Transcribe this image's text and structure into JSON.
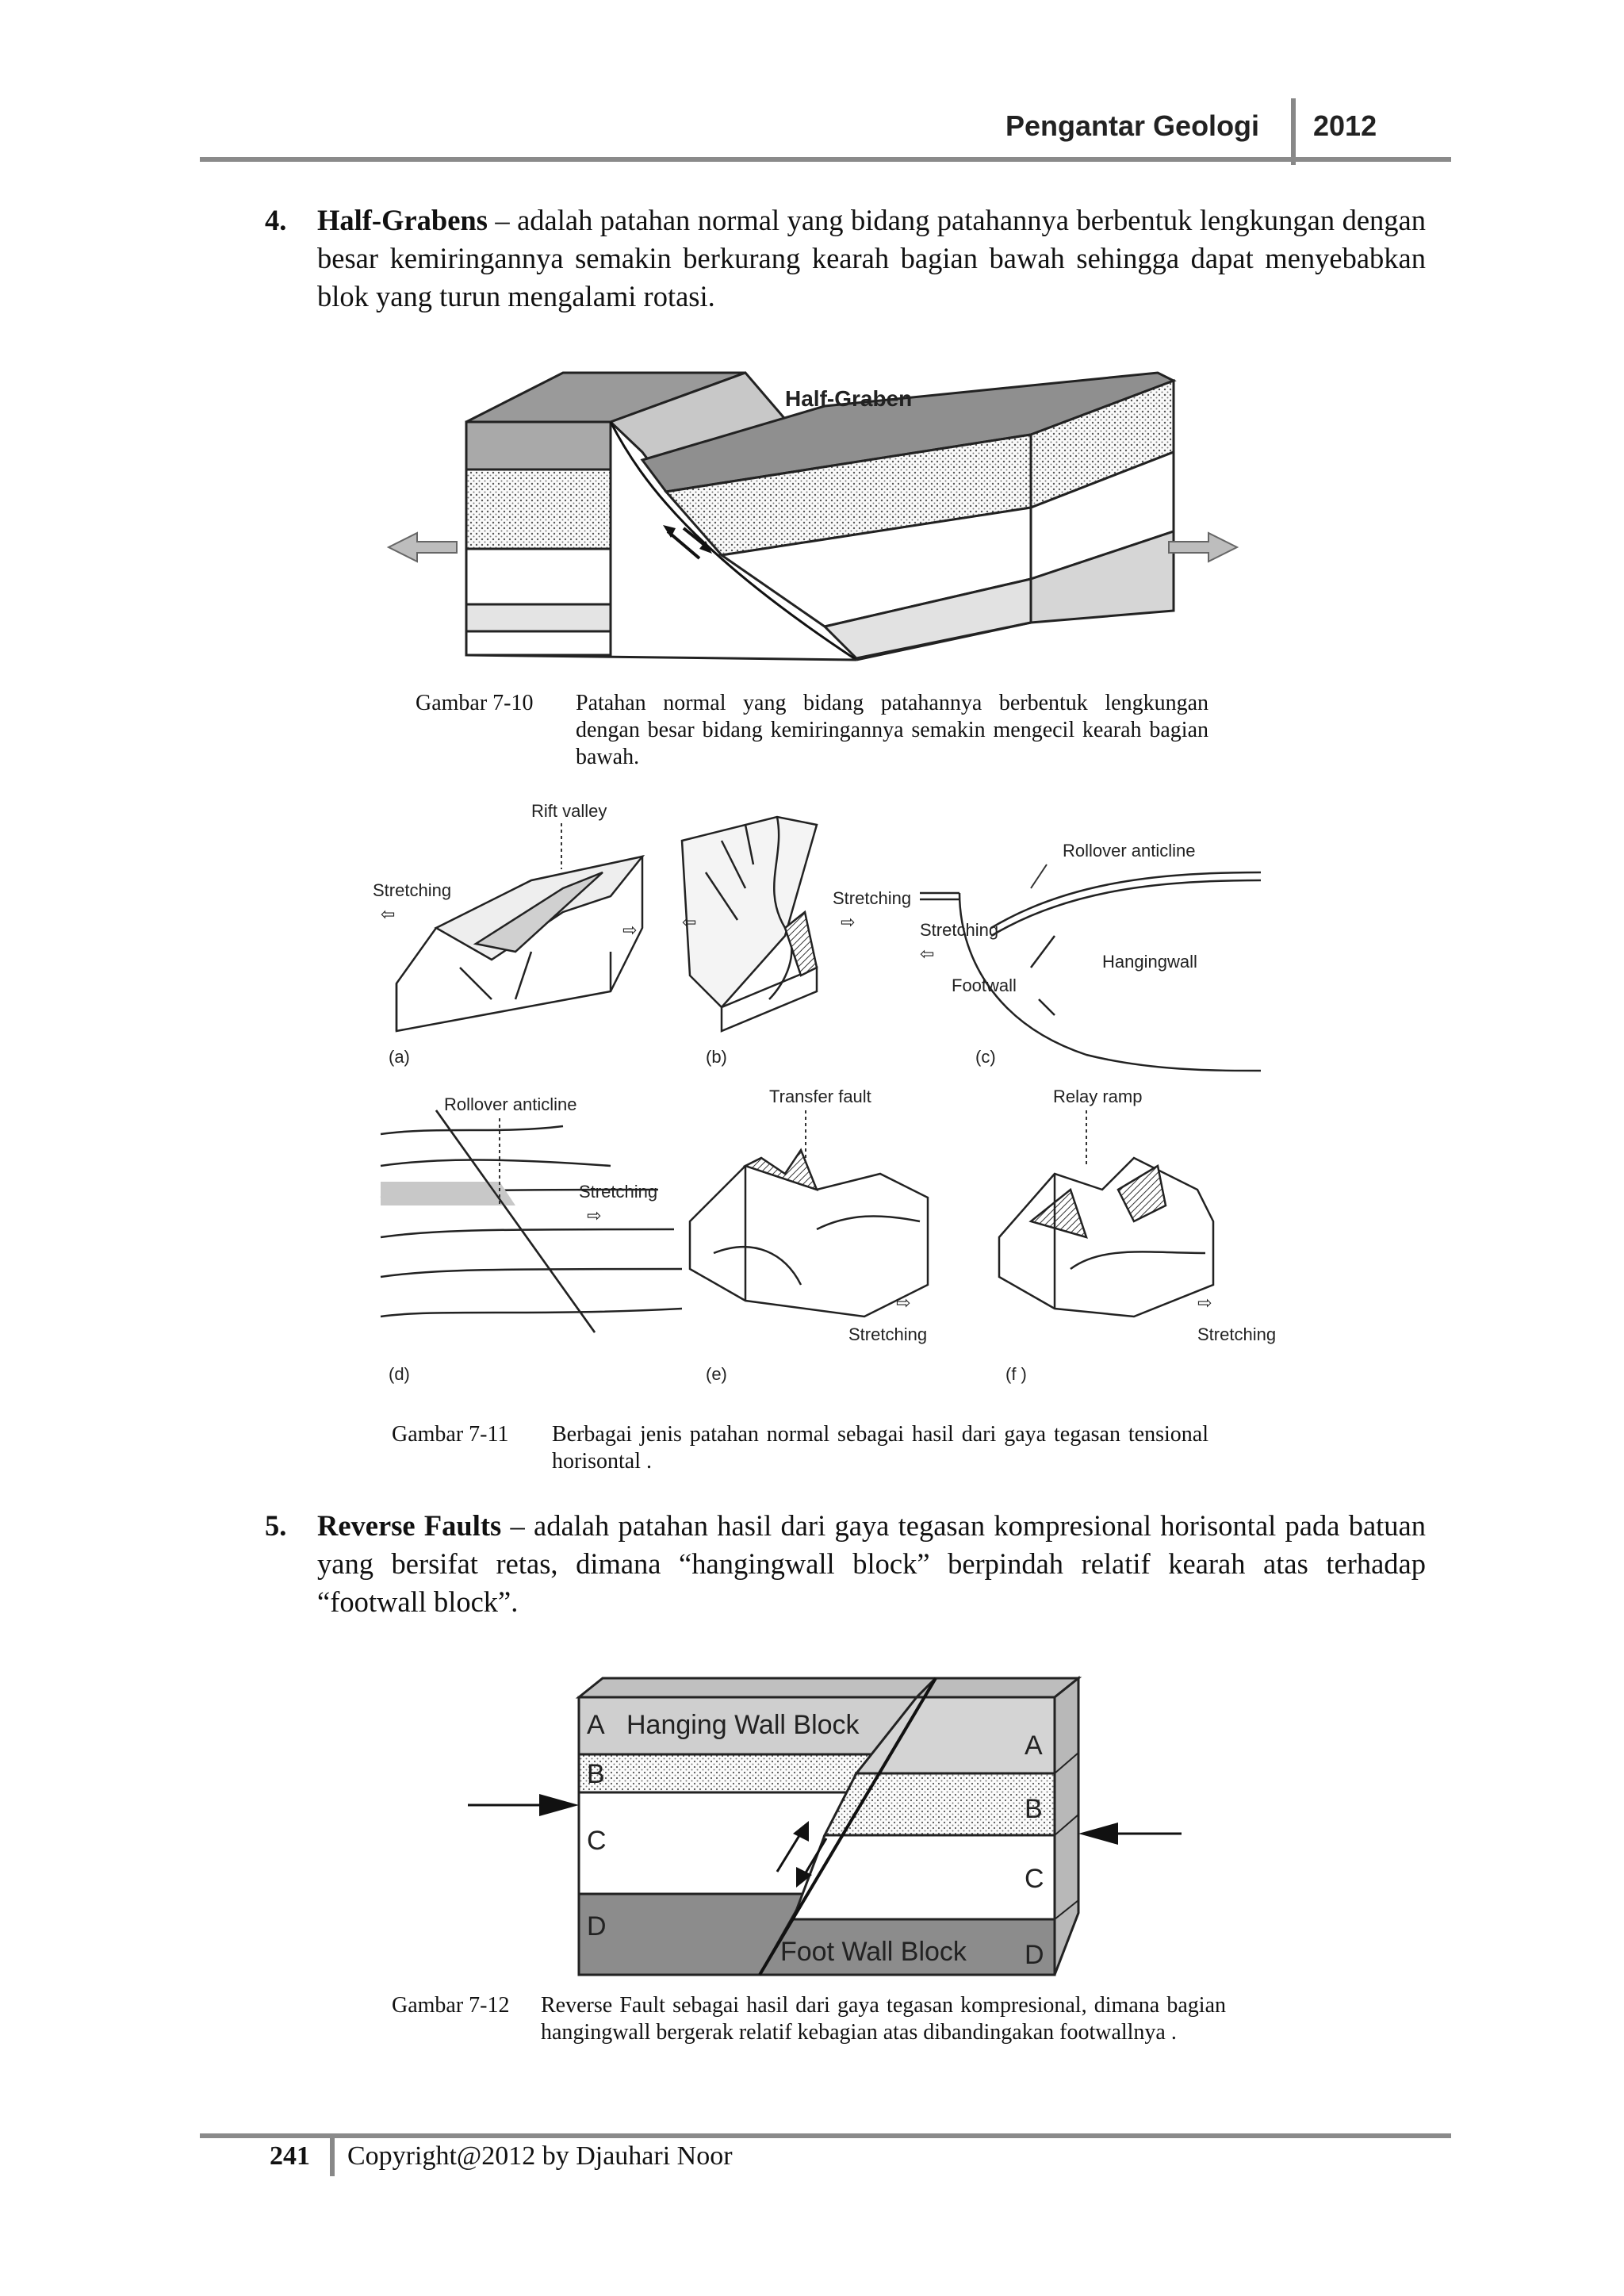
{
  "header": {
    "title": "Pengantar Geologi",
    "year": "2012"
  },
  "section4": {
    "number": "4.",
    "term": "Half-Grabens",
    "text": " – adalah patahan normal yang bidang patahannya berbentuk lengkungan dengan besar kemiringannya semakin berkurang kearah bagian bawah sehingga dapat menyebabkan blok yang turun mengalami rotasi."
  },
  "figure1": {
    "label_halfgraben": "Half-Graben",
    "caption_label": "Gambar 7-10",
    "caption_text": "Patahan normal yang bidang patahannya berbentuk lengkungan dengan besar bidang kemiringannya semakin mengecil kearah bagian bawah."
  },
  "figure2": {
    "panel_a": {
      "letter": "(a)",
      "title": "Rift valley",
      "stretch": "Stretching"
    },
    "panel_b": {
      "letter": "(b)",
      "stretch": "Stretching"
    },
    "panel_c": {
      "letter": "(c)",
      "title": "Rollover anticline",
      "stretch": "Stretching",
      "footwall": "Footwall",
      "hangingwall": "Hangingwall"
    },
    "panel_d": {
      "letter": "(d)",
      "title": "Rollover anticline",
      "stretch": "Stretching"
    },
    "panel_e": {
      "letter": "(e)",
      "title": "Transfer fault",
      "stretch": "Stretching"
    },
    "panel_f": {
      "letter": "(f )",
      "title": "Relay ramp",
      "stretch": "Stretching"
    },
    "caption_label": "Gambar 7-11",
    "caption_text": "Berbagai jenis patahan normal sebagai hasil dari gaya tegasan tensional horisontal ."
  },
  "section5": {
    "number": "5.",
    "term": "Reverse Faults",
    "text": " – adalah patahan hasil dari gaya tegasan kompresional horisontal pada batuan yang bersifat retas, dimana “hangingwall block” berpindah relatif kearah atas terhadap “footwall block”."
  },
  "figure3": {
    "hanging_wall": "Hanging Wall Block",
    "foot_wall": "Foot Wall Block",
    "layers_left": [
      "A",
      "B",
      "C",
      "D"
    ],
    "layers_right": [
      "A",
      "B",
      "C",
      "D"
    ],
    "caption_label": "Gambar 7-12",
    "caption_text": "Reverse Fault sebagai hasil dari gaya tegasan kompresional, dimana bagian hangingwall bergerak relatif kebagian atas dibandingakan footwallnya ."
  },
  "footer": {
    "page": "241",
    "copyright": "Copyright@2012 by Djauhari Noor"
  }
}
